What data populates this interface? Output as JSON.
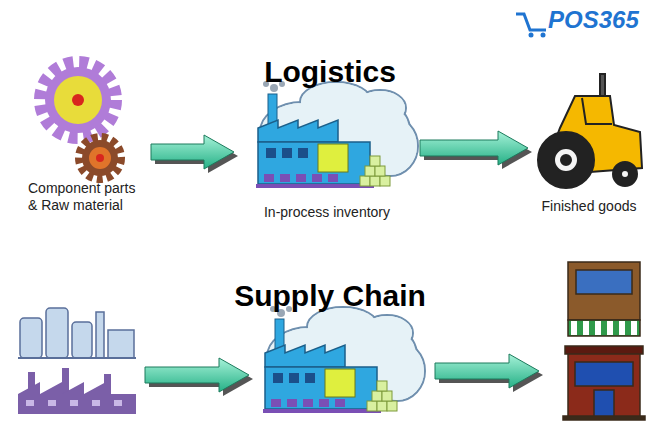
{
  "diagram": {
    "nodes": [
      {
        "text": [
          "Component parts & Raw material"
        ]
      },
      {
        "text": [
          "In-process inventory"
        ]
      },
      {
        "text": [
          "Finished goods"
        ]
      }
    ],
    "edges": [
      {
        "from": 0,
        "to": 1,
        "arrow": "to"
      },
      {
        "from": 1,
        "to": 2,
        "arrow": "to"
      }
    ],
    "labels": [
      "POS365",
      "Logistics",
      "Supply Chain"
    ]
  }
}
